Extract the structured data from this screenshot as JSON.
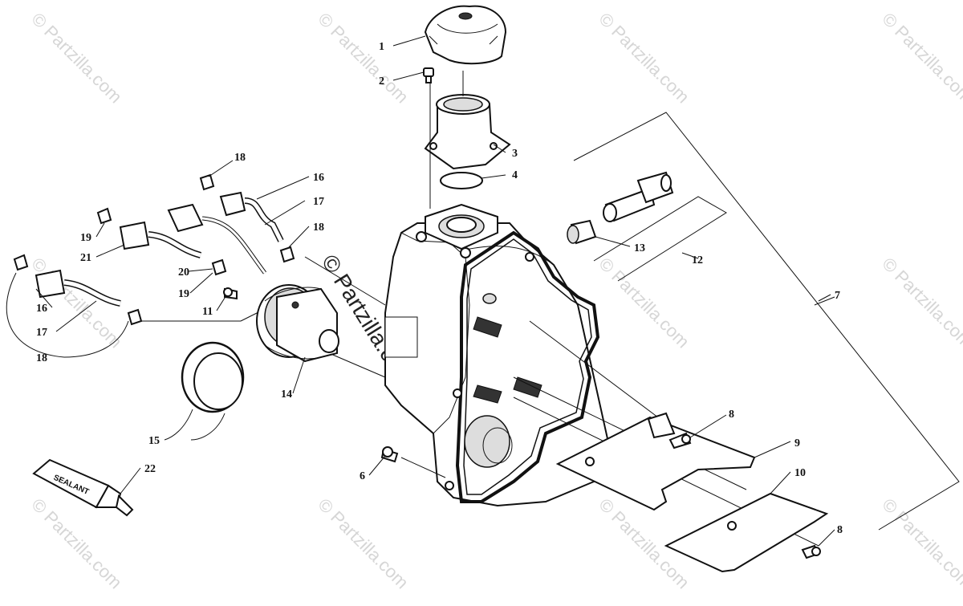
{
  "watermark": {
    "text": "© Partzilla.com"
  },
  "sealant_label": "SEALANT",
  "callouts": [
    "1",
    "2",
    "3",
    "4",
    "7",
    "12",
    "13",
    "18",
    "16",
    "17",
    "18",
    "19",
    "21",
    "20",
    "19",
    "11",
    "16",
    "17",
    "18",
    "14",
    "15",
    "6",
    "8",
    "9",
    "10",
    "8",
    "22"
  ]
}
